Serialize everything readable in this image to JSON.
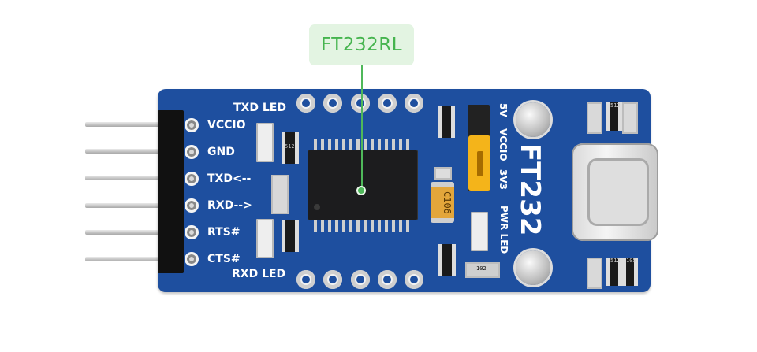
{
  "callout": {
    "label": "FT232RL"
  },
  "board": {
    "title": "FT232",
    "top_led_label": "TXD LED",
    "bottom_led_label": "RXD LED",
    "pins": [
      "VCCIO",
      "GND",
      "TXD<--",
      "RXD-->",
      "RTS#",
      "CTS#"
    ],
    "jumper_labels": {
      "v5": "5V",
      "vccio": "VCCIO",
      "v3": "3V3"
    },
    "pwr_led_label": "PWR LED",
    "capacitor_label": "C106",
    "component_codes": [
      "512",
      "512",
      "102",
      "512",
      "105"
    ],
    "colors": {
      "pcb": "#1e4f9f",
      "callout_bg": "#e3f4e2",
      "callout_text": "#45b44e",
      "jumper": "#f4b41a"
    }
  }
}
